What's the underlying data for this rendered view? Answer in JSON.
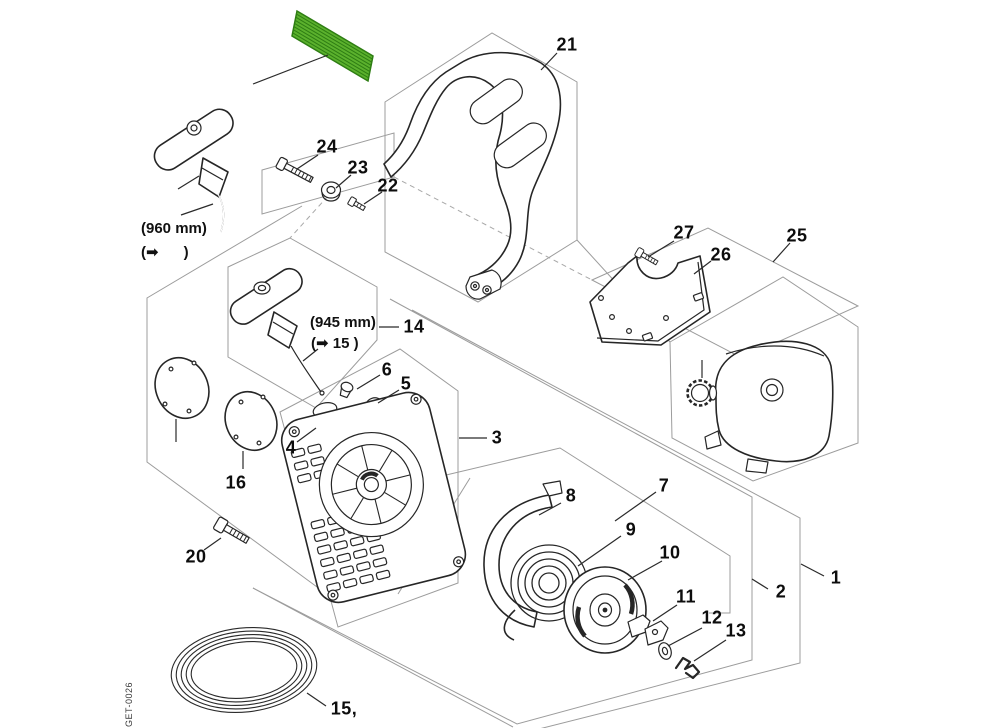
{
  "figure": {
    "drawing_number": "GET-0026",
    "background_color": "#ffffff",
    "part_line_color": "#262626",
    "construction_line_color": "#9c9c9c",
    "label_color": "#0d0d0d",
    "highlight_color": "#5bb12d",
    "highlight_stripe_color": "#2e7d13"
  },
  "annotations": {
    "rope_a_length": "(960 mm)",
    "rope_a_ref": "(➡      )",
    "rope_b_length": "(945 mm)",
    "rope_b_ref": "(➡ 15 )"
  },
  "callouts": [
    {
      "id": "1",
      "text": "1"
    },
    {
      "id": "2",
      "text": "2"
    },
    {
      "id": "3",
      "text": "3"
    },
    {
      "id": "4",
      "text": "4"
    },
    {
      "id": "5",
      "text": "5"
    },
    {
      "id": "6",
      "text": "6"
    },
    {
      "id": "7",
      "text": "7"
    },
    {
      "id": "8",
      "text": "8"
    },
    {
      "id": "9",
      "text": "9"
    },
    {
      "id": "10",
      "text": "10"
    },
    {
      "id": "11",
      "text": "11"
    },
    {
      "id": "12",
      "text": "12"
    },
    {
      "id": "13",
      "text": "13"
    },
    {
      "id": "14",
      "text": "14"
    },
    {
      "id": "15",
      "text": "15,"
    },
    {
      "id": "16",
      "text": "16"
    },
    {
      "id": "20",
      "text": "20"
    },
    {
      "id": "21",
      "text": "21"
    },
    {
      "id": "22",
      "text": "22"
    },
    {
      "id": "23",
      "text": "23"
    },
    {
      "id": "24",
      "text": "24"
    },
    {
      "id": "25",
      "text": "25"
    },
    {
      "id": "26",
      "text": "26"
    },
    {
      "id": "27",
      "text": "27"
    }
  ]
}
